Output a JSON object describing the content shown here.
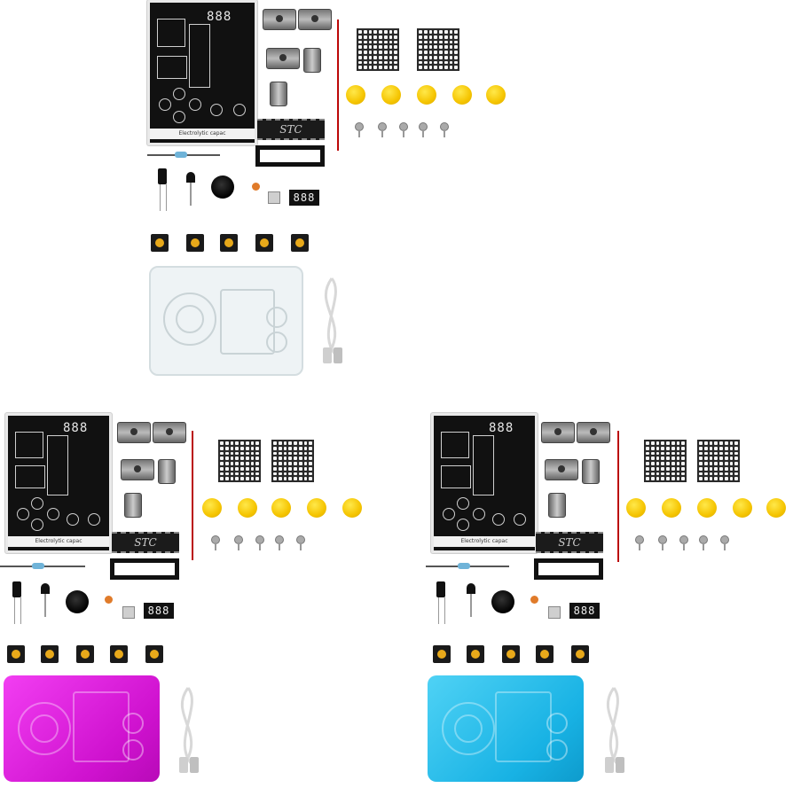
{
  "kits": [
    {
      "id": "clear",
      "case_color": "#e6eef0",
      "chip_text": "STC",
      "pcb_label": "Electrolytic capac",
      "pcb_display_text": "888",
      "display_text": "888"
    },
    {
      "id": "pink",
      "case_color": "#e020e0",
      "chip_text": "STC",
      "pcb_label": "Electrolytic capac",
      "pcb_display_text": "888",
      "display_text": "888"
    },
    {
      "id": "blue",
      "case_color": "#1cb8e8",
      "chip_text": "STC",
      "pcb_label": "Electrolytic capac",
      "pcb_display_text": "888",
      "display_text": "888"
    }
  ],
  "icons": {
    "battery_holder": "battery-holder-icon",
    "led_matrix": "led-matrix-icon",
    "button_cap": "button-cap-icon",
    "screw": "screw-icon",
    "usb_cable": "usb-cable-icon"
  },
  "colors": {
    "pcb": "#111111",
    "yellow_cap": "#f5c400",
    "wire": "#cc1111"
  }
}
